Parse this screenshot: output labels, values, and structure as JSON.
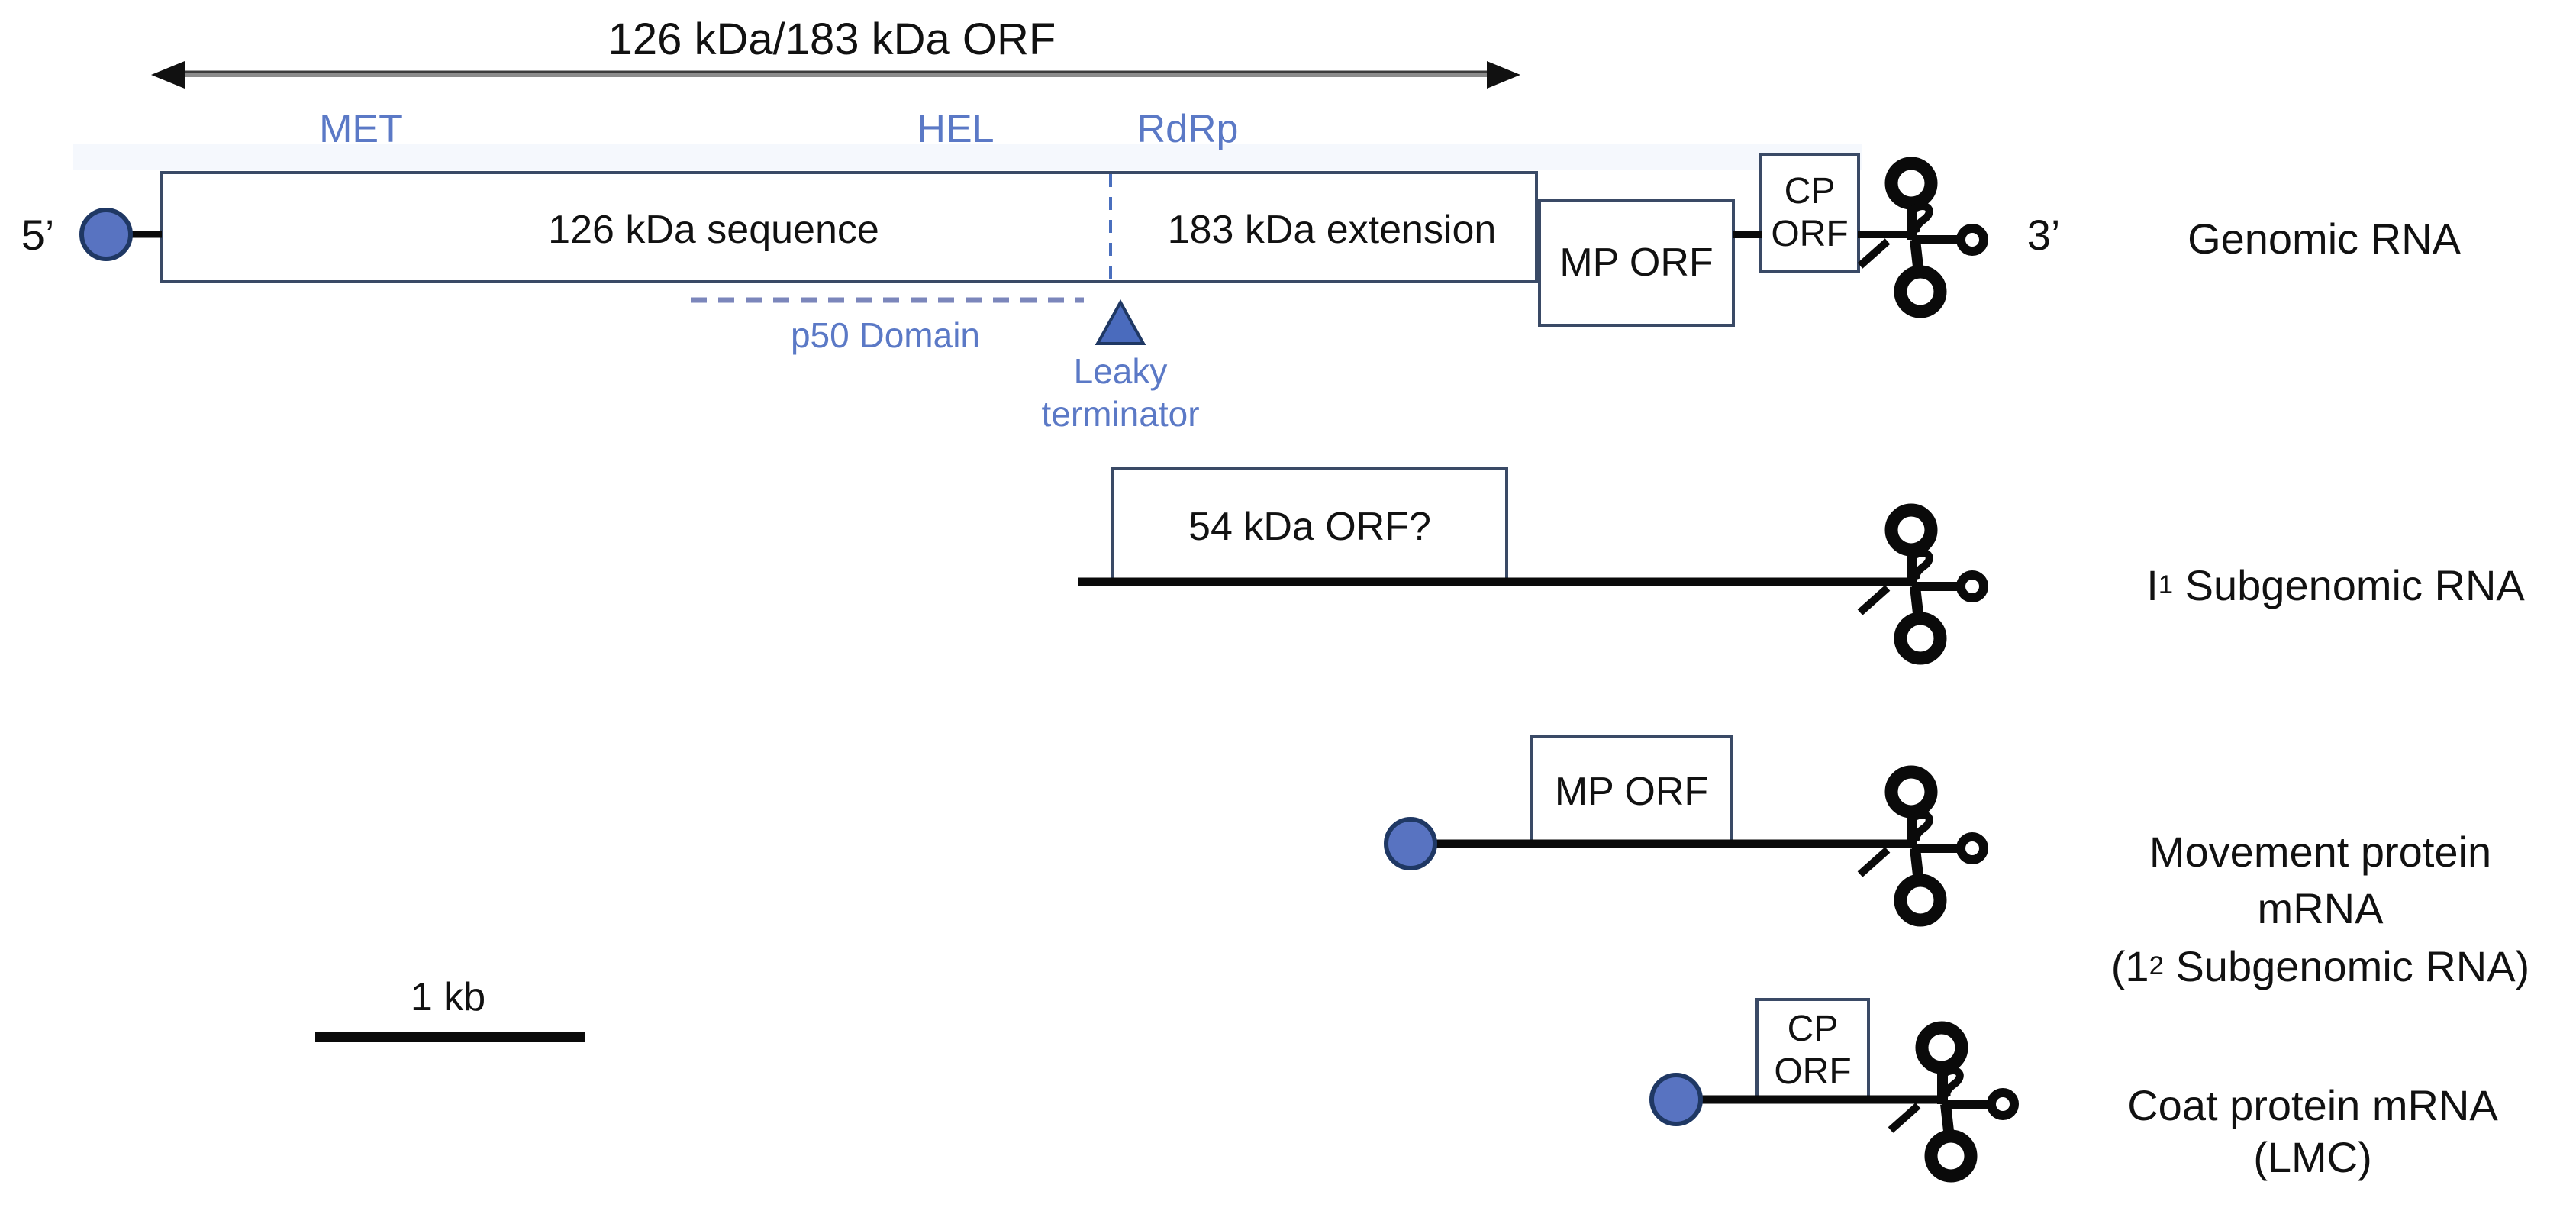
{
  "header": {
    "title": "126 kDa/183 kDa ORF"
  },
  "domains": {
    "met": "MET",
    "hel": "HEL",
    "rdrp": "RdRp"
  },
  "genomic_rna": {
    "five_prime": "5’",
    "seq126": "126 kDa sequence",
    "ext183": "183 kDa extension",
    "mp_orf": "MP ORF",
    "cp_orf_line1": "CP",
    "cp_orf_line2": "ORF",
    "three_prime": "3’",
    "row_label": "Genomic RNA",
    "p50": "p50 Domain",
    "leaky_line1": "Leaky",
    "leaky_line2": "terminator"
  },
  "i1_subgenomic": {
    "orf_box": "54 kDa ORF?",
    "label_base": "I",
    "label_sub": "1",
    "label_rest": " Subgenomic RNA"
  },
  "mp_mrna": {
    "orf_box": "MP ORF",
    "label_line1": "Movement protein",
    "label_line2": "mRNA",
    "label_line3_open": "(1",
    "label_line3_sub": "2",
    "label_line3_rest": " Subgenomic RNA)"
  },
  "cp_mrna": {
    "orf_box_line1": "CP",
    "orf_box_line2": "ORF",
    "label_line1": "Coat protein mRNA",
    "label_line2": "(LMC)"
  },
  "scale_bar": {
    "label": "1 kb"
  },
  "colors": {
    "accent_blue": "#5873C1",
    "blue_text": "#5b79c6",
    "box_border": "#3a4a66",
    "rna_black": "#0a0a0a"
  }
}
